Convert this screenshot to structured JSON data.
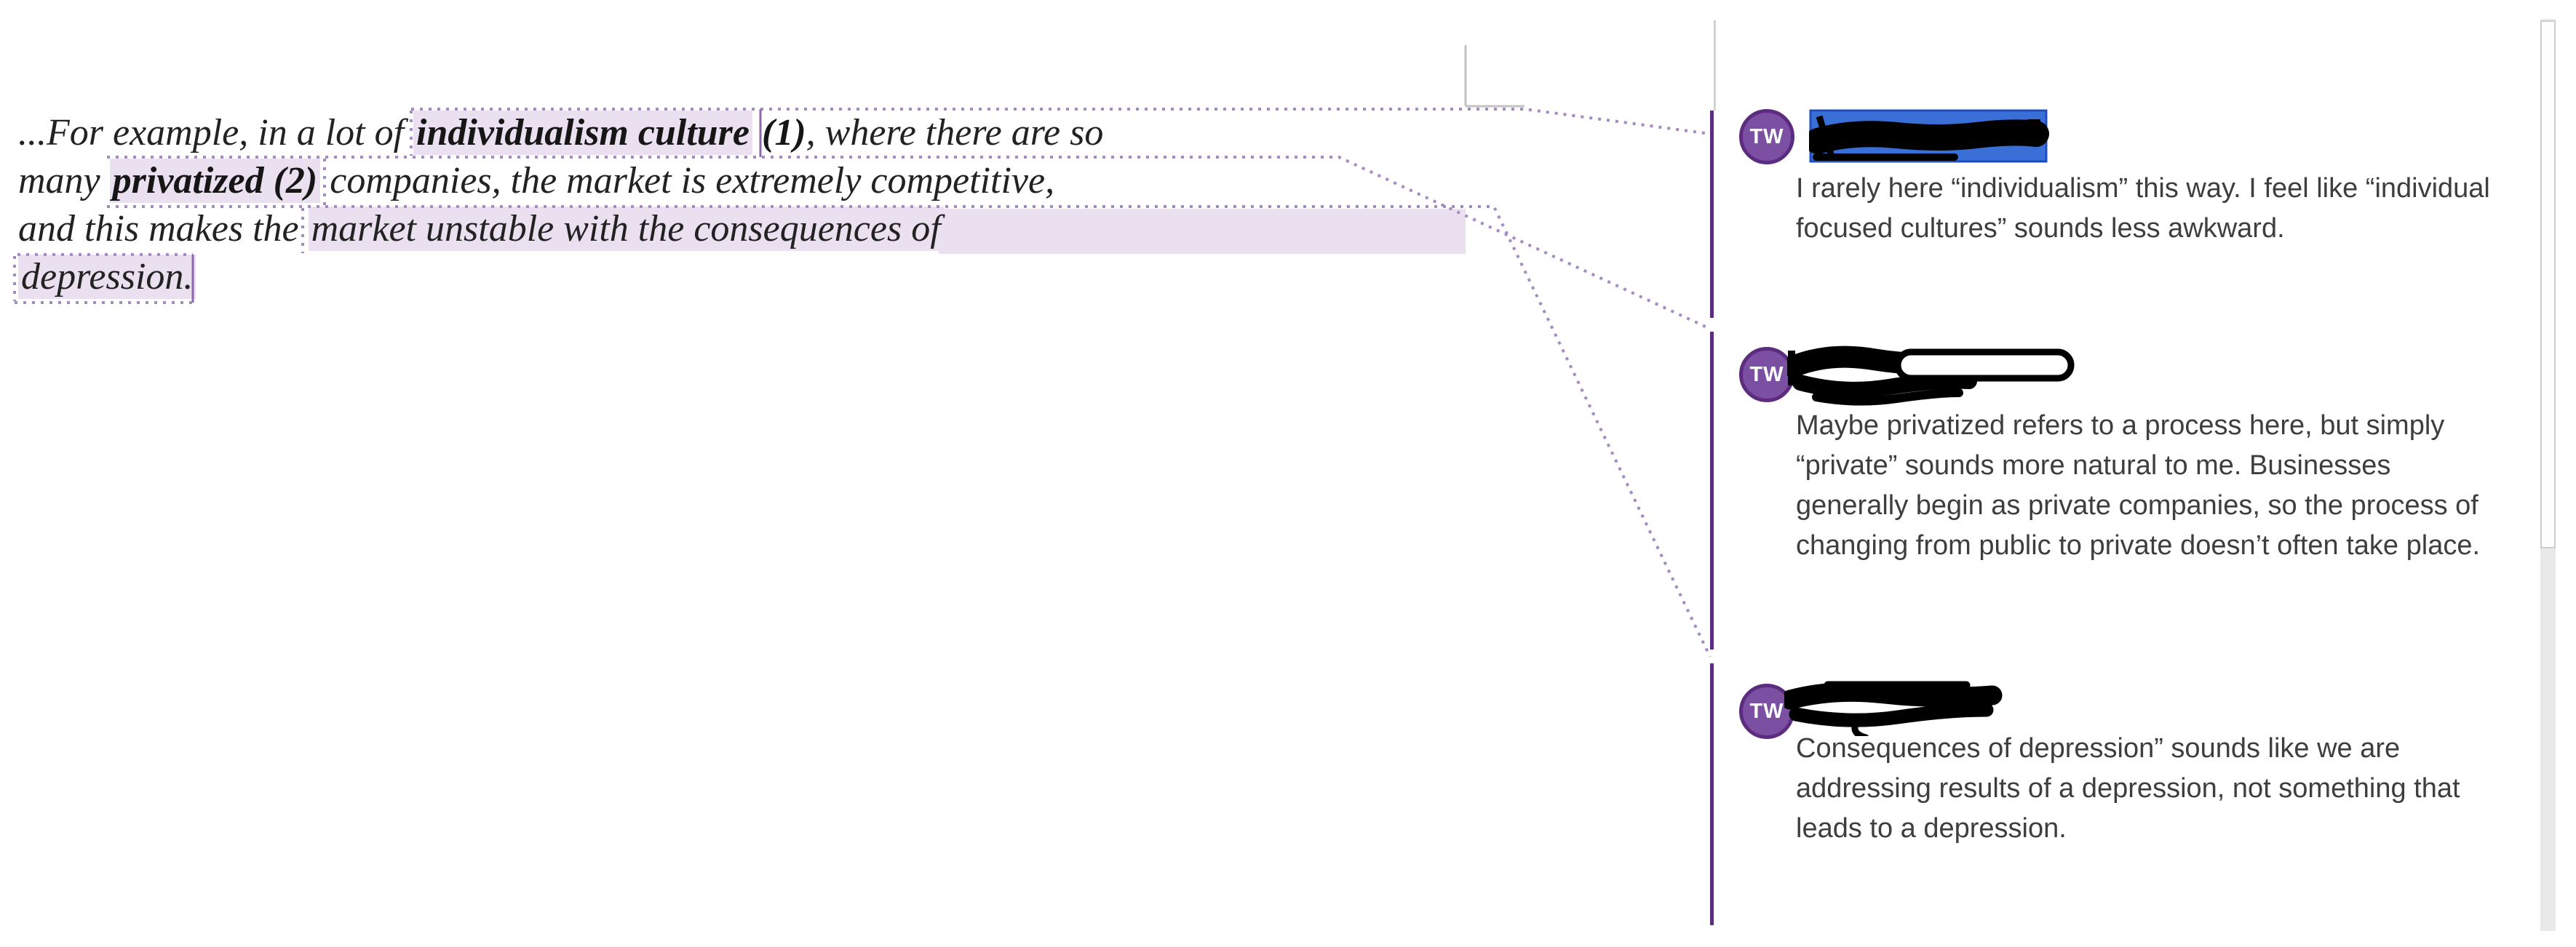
{
  "document": {
    "paragraph": {
      "lines": [
        {
          "segments": [
            {
              "text": "...For example, in a lot of ",
              "bold": false,
              "highlight": false
            },
            {
              "text": "individualism culture",
              "bold": true,
              "highlight": true
            },
            {
              "text": " (1)",
              "bold": true,
              "highlight": false
            },
            {
              "text": ", where there are so",
              "bold": false,
              "highlight": false
            }
          ]
        },
        {
          "segments": [
            {
              "text": "many ",
              "bold": false,
              "highlight": false
            },
            {
              "text": "privatized (2)",
              "bold": true,
              "highlight": true
            },
            {
              "text": " companies, the market is extremely competitive,",
              "bold": false,
              "highlight": false
            }
          ]
        },
        {
          "segments": [
            {
              "text": "and this makes the ",
              "bold": false,
              "highlight": false
            },
            {
              "text": "market unstable with the consequences of",
              "bold": false,
              "highlight": true
            }
          ]
        },
        {
          "segments": [
            {
              "text": "depression.",
              "bold": false,
              "highlight": true
            }
          ]
        }
      ]
    }
  },
  "comments": [
    {
      "initials": "TW",
      "author_redacted": true,
      "redaction_style": "blue-selection-with-black-scribble",
      "text": "I rarely here “individualism” this way. I feel like “individual focused cultures” sounds less awkward."
    },
    {
      "initials": "TW",
      "author_redacted": true,
      "redaction_style": "black-scribble-with-outlined-capsule",
      "text": "Maybe privatized refers to a process here, but simply “private” sounds more natural to me. Businesses generally begin as private companies, so the process of changing from public to private doesn’t often take place."
    },
    {
      "initials": "TW",
      "author_redacted": true,
      "redaction_style": "black-scribble",
      "text": "Consequences of depression” sounds like we are addressing results of a depression, not something that leads to a depression."
    }
  ],
  "colors": {
    "highlight_lavender": "#eae0f0",
    "anchor_dotted_purple": "#a58cc0",
    "anchor_bracket_purple": "#8d67ad",
    "comment_pane_purple": "#5c2c80",
    "avatar_fill_purple": "#7b50a2",
    "selection_blue": "#3a6fd8",
    "comment_text_gray": "#3e3e3e",
    "document_text": "#222222",
    "margin_mark_gray": "#c3c3c3",
    "scrollbar_track": "#e9e9e9"
  }
}
